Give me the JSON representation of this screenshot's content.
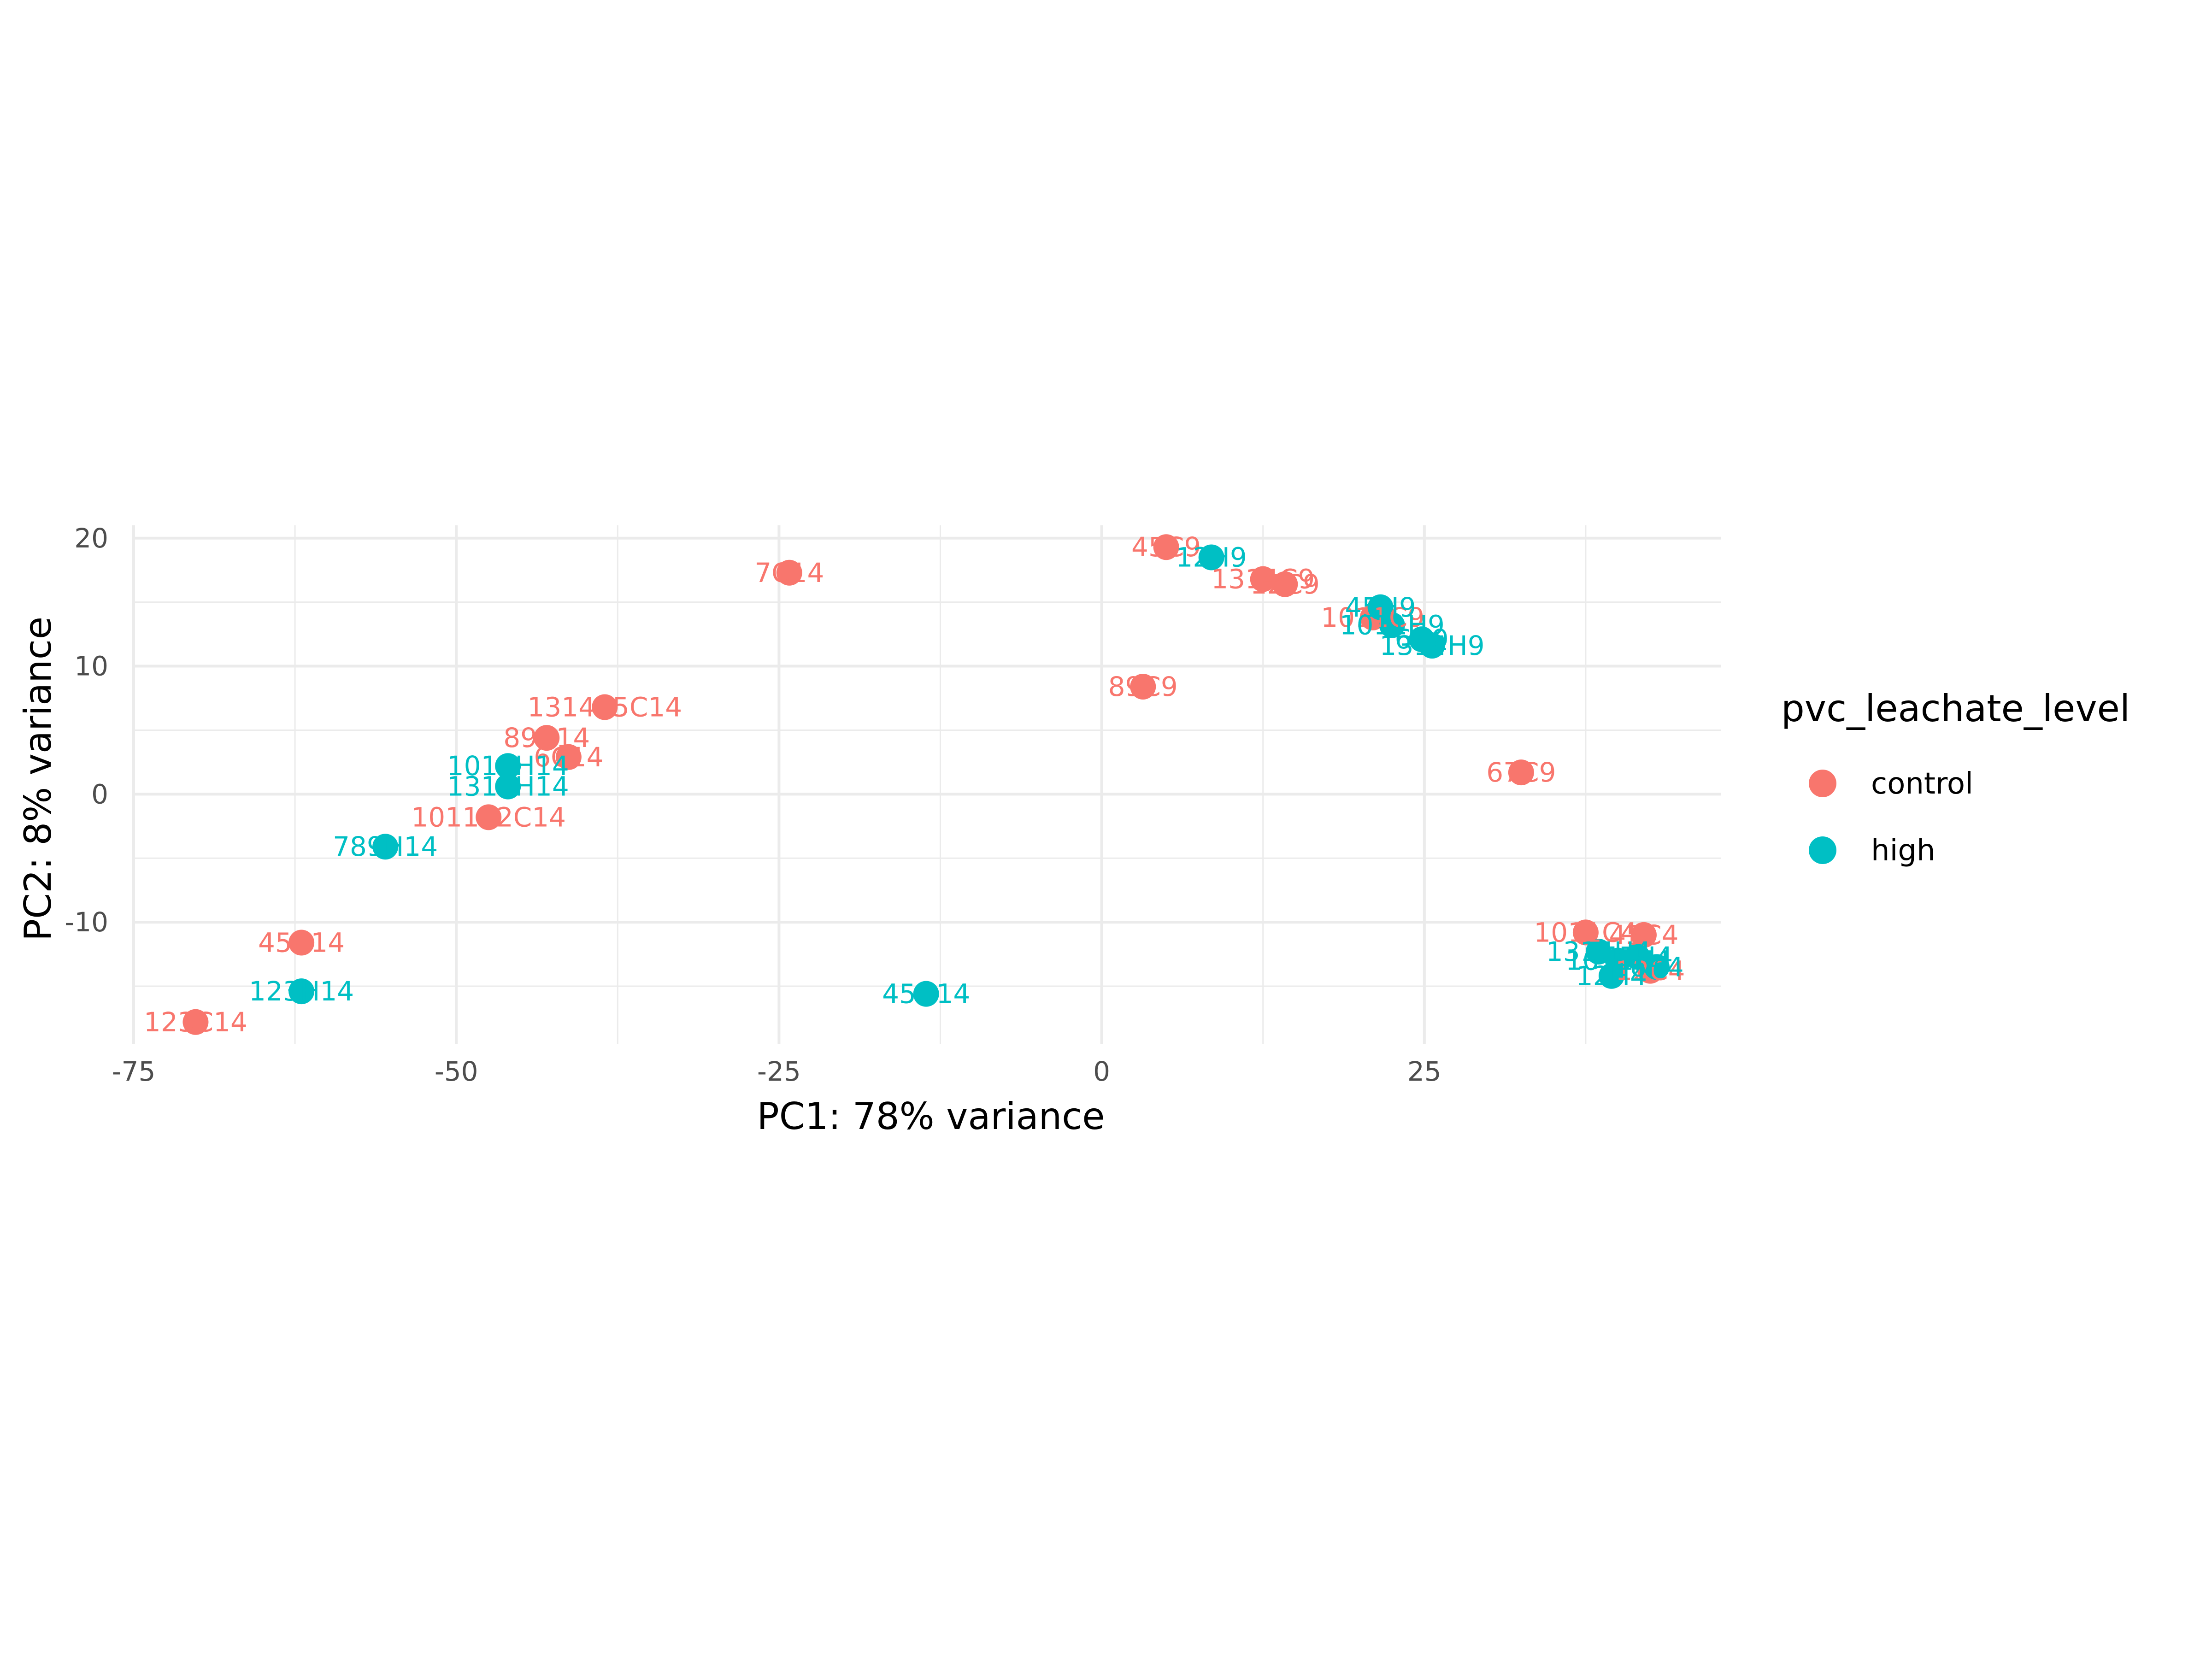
{
  "chart_data": {
    "type": "scatter",
    "title": "",
    "xlabel": "PC1: 78% variance",
    "ylabel": "PC2: 8% variance",
    "xlim": [
      -75,
      48
    ],
    "ylim": [
      -19.5,
      21
    ],
    "x_ticks": [
      -75,
      -50,
      -25,
      0,
      25
    ],
    "y_ticks": [
      -10,
      0,
      10,
      20
    ],
    "grid": true,
    "legend": {
      "title": "pvc_leachate_level",
      "position": "right",
      "entries": [
        {
          "name": "control",
          "color": "#F8766D"
        },
        {
          "name": "high",
          "color": "#00BFC4"
        }
      ]
    },
    "series": [
      {
        "name": "control",
        "color": "#F8766D",
        "points": [
          {
            "x": -24.2,
            "y": 17.3,
            "label": "7C14"
          },
          {
            "x": 5.0,
            "y": 19.3,
            "label": "45C9"
          },
          {
            "x": 12.5,
            "y": 16.8,
            "label": "1314C9"
          },
          {
            "x": 14.2,
            "y": 16.4,
            "label": "12C9"
          },
          {
            "x": 21.0,
            "y": 13.8,
            "label": "1011C9"
          },
          {
            "x": 3.2,
            "y": 8.4,
            "label": "89C9"
          },
          {
            "x": 32.5,
            "y": 1.7,
            "label": "67C9"
          },
          {
            "x": -38.5,
            "y": 6.8,
            "label": "131415C14"
          },
          {
            "x": -43.0,
            "y": 4.4,
            "label": "89C14"
          },
          {
            "x": -41.3,
            "y": 2.9,
            "label": "6C14"
          },
          {
            "x": -47.5,
            "y": -1.8,
            "label": "101112C14"
          },
          {
            "x": -62.0,
            "y": -11.6,
            "label": "45C14"
          },
          {
            "x": -70.2,
            "y": -17.8,
            "label": "123C14"
          },
          {
            "x": 37.5,
            "y": -10.8,
            "label": "1011C4"
          },
          {
            "x": 42.0,
            "y": -11.0,
            "label": "45C4"
          },
          {
            "x": 42.5,
            "y": -13.8,
            "label": "12C4"
          }
        ]
      },
      {
        "name": "high",
        "color": "#00BFC4",
        "points": [
          {
            "x": 8.5,
            "y": 18.5,
            "label": "12H9"
          },
          {
            "x": 21.6,
            "y": 14.6,
            "label": "45H9"
          },
          {
            "x": 22.5,
            "y": 13.2,
            "label": "1011H9"
          },
          {
            "x": 24.8,
            "y": 12.1,
            "label": "6H9"
          },
          {
            "x": 25.6,
            "y": 11.6,
            "label": "1314H9"
          },
          {
            "x": -46.0,
            "y": 2.2,
            "label": "1011H14"
          },
          {
            "x": -46.0,
            "y": 0.6,
            "label": "1314H14"
          },
          {
            "x": -55.5,
            "y": -4.1,
            "label": "789H14"
          },
          {
            "x": -62.0,
            "y": -15.4,
            "label": "123H14"
          },
          {
            "x": -13.6,
            "y": -15.6,
            "label": "45H14"
          },
          {
            "x": 38.5,
            "y": -12.3,
            "label": "1314H4"
          },
          {
            "x": 40.0,
            "y": -13.0,
            "label": "1011H4"
          },
          {
            "x": 41.5,
            "y": -12.7,
            "label": "45H4"
          },
          {
            "x": 39.5,
            "y": -14.2,
            "label": "12H4"
          },
          {
            "x": 43.0,
            "y": -13.5,
            "label": "6H4"
          }
        ]
      }
    ]
  }
}
